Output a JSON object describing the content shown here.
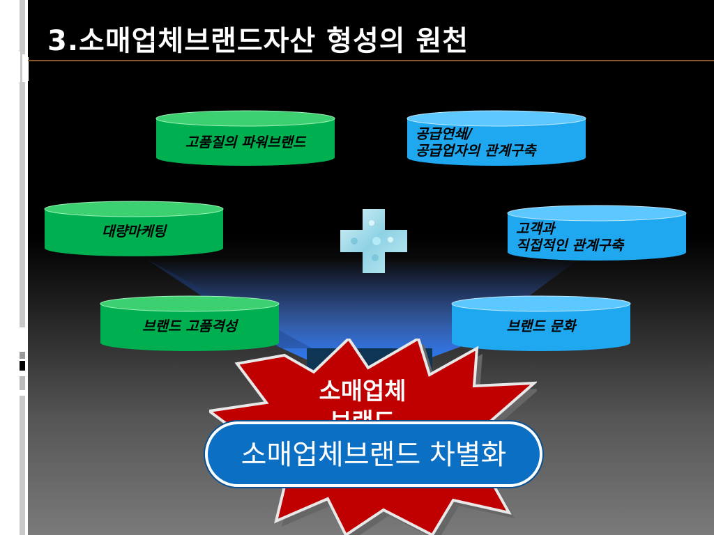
{
  "title": "3.소매업체브랜드자산 형성의 원천",
  "colors": {
    "green": "#00b050",
    "blue": "#1fa8f0",
    "burst": "#c00000",
    "pill": "#0b6fc4"
  },
  "left_items": {
    "item1": "고품질의 파워브랜드",
    "item2": "대량마케팅",
    "item3": "브랜드 고품격성"
  },
  "right_items": {
    "item1_line1": "공급연쇄/",
    "item1_line2": "공급업자의 관계구축",
    "item2_line1": "고객과",
    "item2_line2": "직접적인 관계구축",
    "item3": "브랜드 문화"
  },
  "plus_icon": "plus-icon",
  "center": {
    "burst_line1": "소매업체",
    "burst_line2": "브랜드",
    "result": "소매업체브랜드 차별화"
  }
}
